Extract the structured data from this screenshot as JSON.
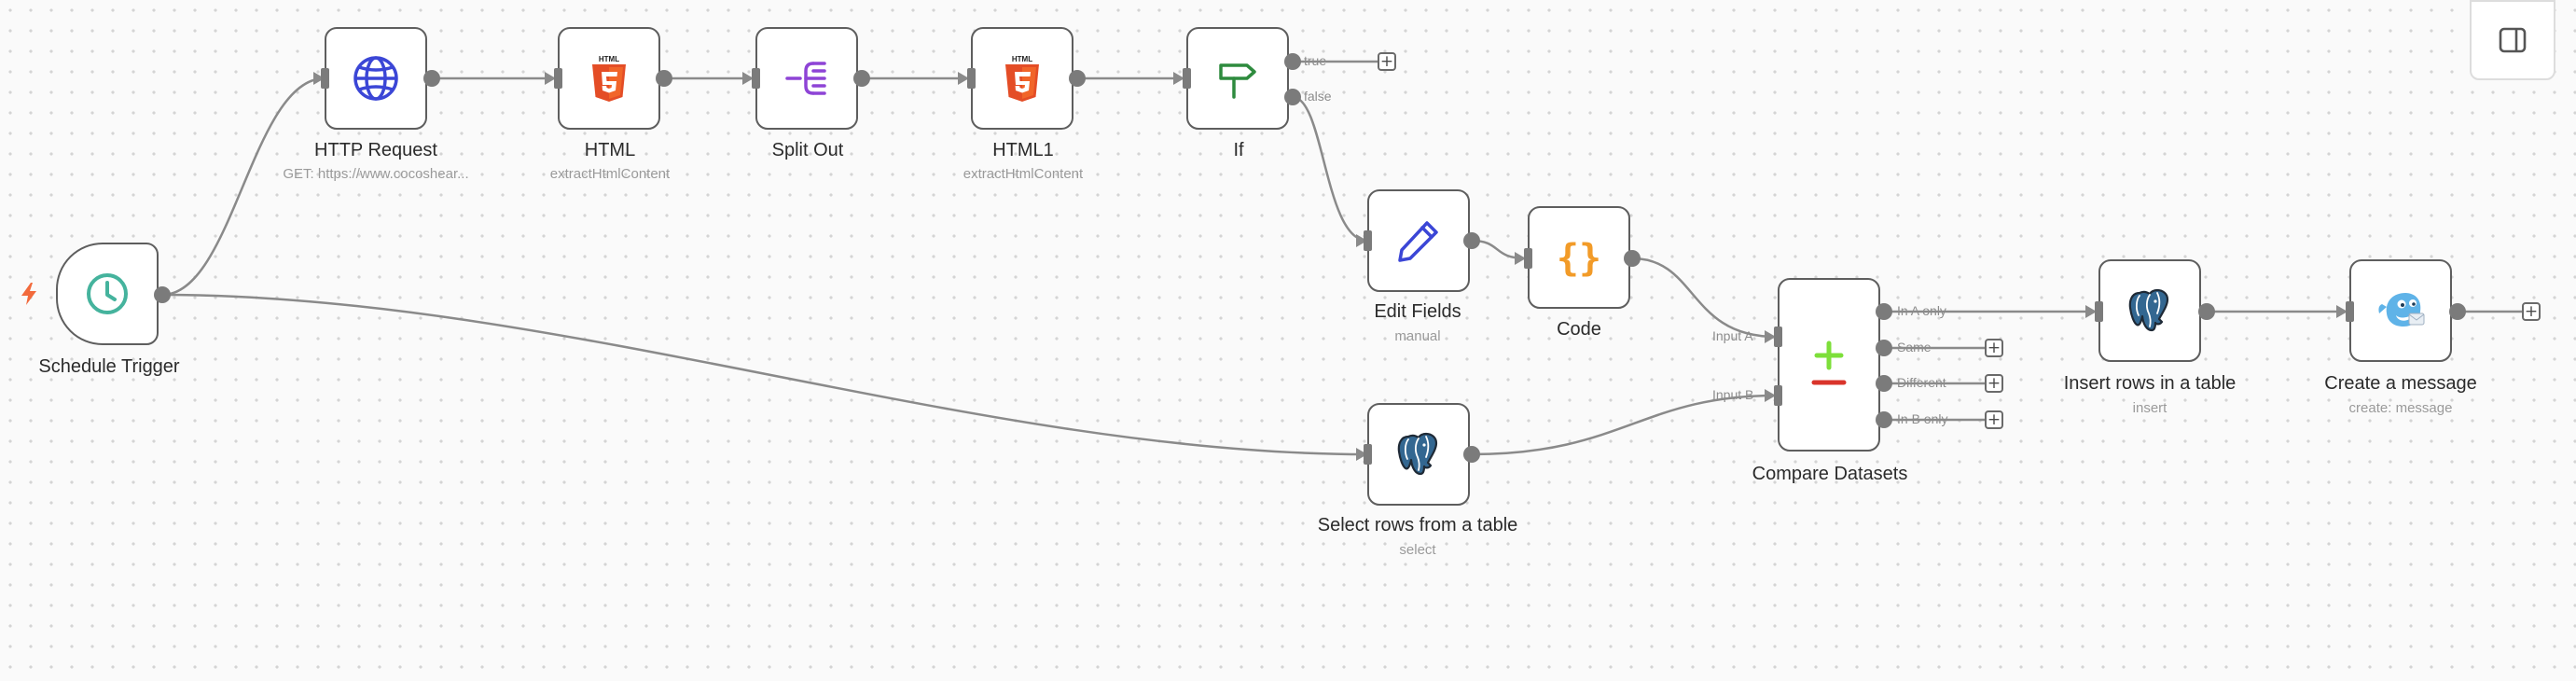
{
  "canvas": {
    "panel_toggle_icon": "panel-toggle-icon",
    "trigger_indicator_icon": "bolt-icon"
  },
  "nodes": {
    "schedule_trigger": {
      "label": "Schedule Trigger",
      "icon": "clock-icon"
    },
    "http_request": {
      "label": "HTTP Request",
      "subtitle": "GET: https://www.cocoshear...",
      "icon": "globe-icon"
    },
    "html": {
      "label": "HTML",
      "subtitle": "extractHtmlContent",
      "icon": "html5-icon",
      "icon_text": "HTML"
    },
    "split_out": {
      "label": "Split Out",
      "icon": "split-out-icon"
    },
    "html1": {
      "label": "HTML1",
      "subtitle": "extractHtmlContent",
      "icon": "html5-icon",
      "icon_text": "HTML"
    },
    "if": {
      "label": "If",
      "icon": "signpost-icon",
      "outputs": [
        "true",
        "false"
      ]
    },
    "edit_fields": {
      "label": "Edit Fields",
      "subtitle": "manual",
      "icon": "pencil-icon"
    },
    "code": {
      "label": "Code",
      "icon": "braces-icon",
      "icon_text": "{}"
    },
    "select_rows": {
      "label": "Select rows from a table",
      "subtitle": "select",
      "icon": "postgres-icon"
    },
    "compare_datasets": {
      "label": "Compare Datasets",
      "icon": "plus-minus-icon",
      "inputs": [
        "Input A",
        "Input B"
      ],
      "outputs": [
        "In A only",
        "Same",
        "Different",
        "In B only"
      ]
    },
    "insert_rows": {
      "label": "Insert rows in a table",
      "subtitle": "insert",
      "icon": "postgres-icon"
    },
    "create_message": {
      "label": "Create a message",
      "subtitle": "create: message",
      "icon": "bot-icon"
    }
  },
  "add_button_label": "+",
  "colors": {
    "globe": "#3b46d6",
    "html5": "#e44d26",
    "split_out": "#8e44d6",
    "if": "#2e8b3e",
    "pencil": "#3b46d6",
    "code": "#f29b28",
    "clock": "#45b39d",
    "compare_plus": "#7ddf3a",
    "compare_minus": "#d9342b",
    "trigger_bolt": "#f26a3c",
    "postgres": "#336791"
  }
}
